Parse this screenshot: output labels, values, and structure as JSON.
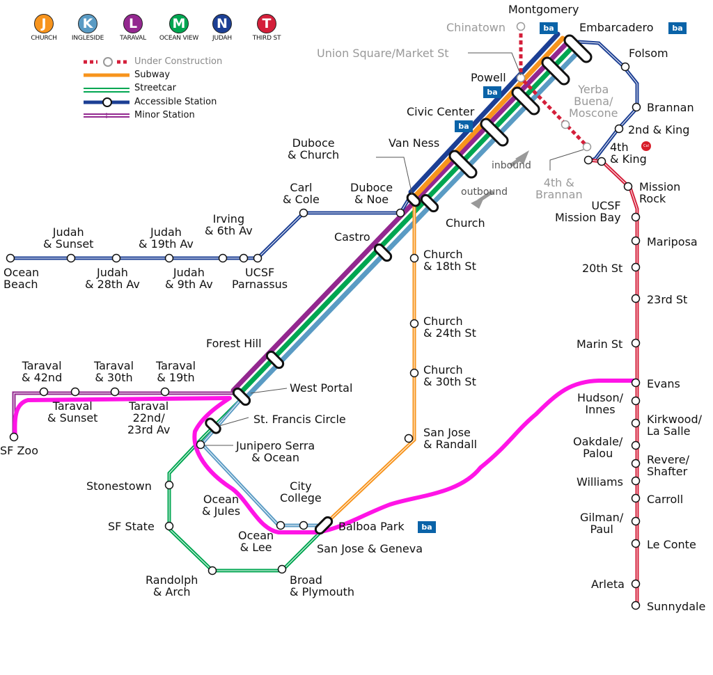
{
  "lines": [
    {
      "letter": "J",
      "name": "CHURCH",
      "color": "#f7941d"
    },
    {
      "letter": "K",
      "name": "INGLESIDE",
      "color": "#5a9bc4"
    },
    {
      "letter": "L",
      "name": "TARAVAL",
      "color": "#93278f"
    },
    {
      "letter": "M",
      "name": "OCEAN VIEW",
      "color": "#00a651"
    },
    {
      "letter": "N",
      "name": "JUDAH",
      "color": "#1c3f94"
    },
    {
      "letter": "T",
      "name": "THIRD ST",
      "color": "#d41f3a"
    }
  ],
  "legend": {
    "under_construction": "Under Construction",
    "subway": "Subway",
    "streetcar": "Streetcar",
    "accessible": "Accessible Station",
    "minor": "Minor Station"
  },
  "annotations": {
    "inbound": "inbound",
    "outbound": "outbound"
  },
  "bart_badge": "ba",
  "caltrain_badge": "Cal",
  "highlight_color": "#ff14e6",
  "stations": {
    "montgomery": "Montgomery",
    "chinatown": "Chinatown",
    "embarcadero": "Embarcadero",
    "union_square": "Union Square/Market St",
    "folsom": "Folsom",
    "powell": "Powell",
    "yerba": "Yerba\nBuena/\nMoscone",
    "brannan": "Brannan",
    "civic_center": "Civic Center",
    "second_king": "2nd & King",
    "fourth_king": "4th\n& King",
    "fourth_brannan": "4th &\nBrannan",
    "duboce_church": "Duboce\n& Church",
    "van_ness": "Van Ness",
    "mission_rock": "Mission\nRock",
    "carl_cole": "Carl\n& Cole",
    "duboce_noe": "Duboce\n& Noe",
    "ucsf_mission_bay": "UCSF\nMission Bay",
    "church": "Church",
    "irving": "Irving\n& 6th Av",
    "judah_sunset": "Judah\n& Sunset",
    "judah_19th": "Judah\n& 19th Av",
    "mariposa": "Mariposa",
    "castro": "Castro",
    "church_18th": "Church\n& 18th St",
    "ocean_beach": "Ocean\nBeach",
    "judah_28th": "Judah\n& 28th Av",
    "judah_9th": "Judah\n& 9th Av",
    "ucsf_parnassus": "UCSF\nParnassus",
    "twentieth": "20th St",
    "twentythird": "23rd St",
    "church_24th": "Church\n& 24th St",
    "forest_hill": "Forest Hill",
    "marin": "Marin St",
    "taraval_42nd": "Taraval\n& 42nd",
    "taraval_30th": "Taraval\n& 30th",
    "taraval_19th": "Taraval\n& 19th",
    "church_30th": "Church\n& 30th St",
    "evans": "Evans",
    "west_portal": "West Portal",
    "taraval_sunset": "Taraval\n& Sunset",
    "taraval_22nd": "Taraval\n22nd/\n23rd Av",
    "hudson": "Hudson/\nInnes",
    "st_francis": "St. Francis Circle",
    "kirkwood": "Kirkwood/\nLa Salle",
    "sf_zoo": "SF Zoo",
    "junipero": "Junipero Serra\n& Ocean",
    "san_jose_randall": "San Jose\n& Randall",
    "oakdale": "Oakdale/\nPalou",
    "revere": "Revere/\nShafter",
    "stonestown": "Stonestown",
    "williams": "Williams",
    "city_college": "City\nCollege",
    "ocean_jules": "Ocean\n& Jules",
    "carroll": "Carroll",
    "sf_state": "SF State",
    "balboa": "Balboa Park",
    "gilman": "Gilman/\nPaul",
    "ocean_lee": "Ocean\n& Lee",
    "san_jose_geneva": "San Jose & Geneva",
    "le_conte": "Le Conte",
    "randolph": "Randolph\n& Arch",
    "broad": "Broad\n& Plymouth",
    "arleta": "Arleta",
    "sunnydale": "Sunnydale"
  }
}
